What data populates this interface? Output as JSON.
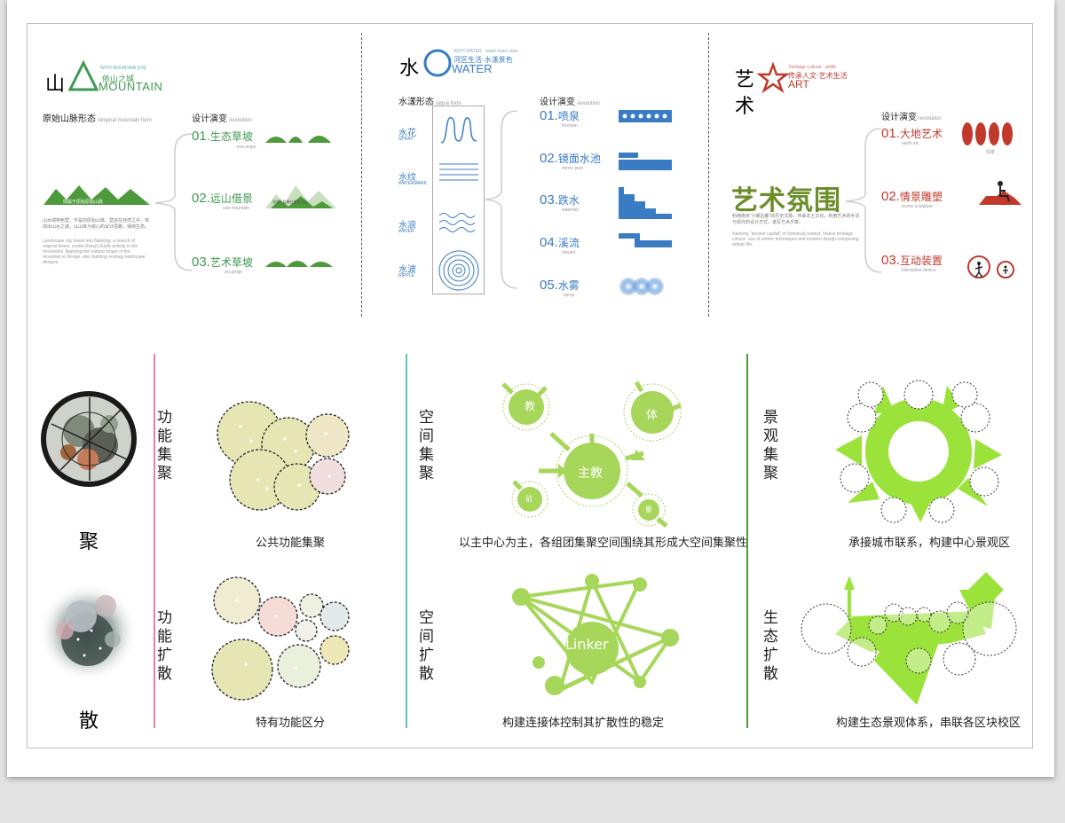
{
  "colors": {
    "mountain": "#3e9a52",
    "water": "#3a7cc4",
    "art": "#c0392b",
    "green": "#a6d65a",
    "lime": "#9be23a",
    "pink": "#e87bb0",
    "teal": "#5cc4bd",
    "darkgreen": "#4d9a3c"
  },
  "mountain": {
    "char": "山",
    "small_en": "WITH MOUNTAIN [VS]",
    "subtitle": "依山之城",
    "title_en": "MOUNTAIN",
    "form_title": "原始山脉形态",
    "form_title_en": "/original mountain form",
    "evo_title": "设计演变",
    "evo_title_en": "/evolution",
    "base_caption": "情属于原始原始山脉",
    "desc_cn": "山水城特色营，不是的原始山体。营造在自然之中，体现出山水之城，以山体为核心的设计思路，保持生态。",
    "desc_en": "Landscape city forest into Nanking: a search of original forest, create Rang's Earth activity in the mountains. Applying the natural shape of the mountain to design, also building ecology landscape designs.",
    "items": [
      {
        "num": "01.",
        "cn": "生态草坡",
        "en": "eco-slope"
      },
      {
        "num": "02.",
        "cn": "远山借景",
        "en": "use mountain"
      },
      {
        "num": "03.",
        "cn": "艺术草坡",
        "en": "art gorge"
      }
    ],
    "item2_note": "原始 · 层叠在原形远山"
  },
  "water": {
    "char": "水",
    "small_en": "WITH WATER · water-trace view",
    "subtitle": "河区生活·水漾景色",
    "title_en": "WATER",
    "form_title": "水漾形态",
    "form_title_en": "/aqua form",
    "evo_title": "设计演变",
    "evo_title_en": "/evolution",
    "forms": [
      {
        "cn": "水花",
        "en": "SPRAY"
      },
      {
        "cn": "水纹",
        "en": "WATERMARK"
      },
      {
        "cn": "水浪",
        "en": "WATER"
      },
      {
        "cn": "水波",
        "en": "RIPPLE"
      }
    ],
    "items": [
      {
        "num": "01.",
        "cn": "喷泉",
        "en": "fountain"
      },
      {
        "num": "02.",
        "cn": "镜面水池",
        "en": "mirror pool"
      },
      {
        "num": "03.",
        "cn": "跌水",
        "en": "waterfall"
      },
      {
        "num": "04.",
        "cn": "溪流",
        "en": "stream"
      },
      {
        "num": "05.",
        "cn": "水雾",
        "en": "spray"
      }
    ]
  },
  "art": {
    "char1": "艺",
    "char2": "术",
    "small_en": "Heritage cultural · artlife",
    "subtitle": "传承人文·艺术生活",
    "title_en": "ART",
    "evo_title": "设计演变",
    "evo_title_en": "/evolution",
    "atmosphere": "艺术氛围",
    "desc_cn": "利用南京“六朝古都”的历史文脉，传承本土文化，利用艺术的手法与现代的设计方式，谱写艺术乐章。",
    "desc_en": "Nanking \"ancient capital\" of historical context. Native heritage culture, use of artistic techniques and modern design composing artistic life.",
    "items": [
      {
        "num": "01.",
        "cn": "大地艺术",
        "en": "earth art"
      },
      {
        "num": "02.",
        "cn": "情景雕塑",
        "en": "scene sculpture"
      },
      {
        "num": "03.",
        "cn": "互动装置",
        "en": "interactive device"
      }
    ],
    "item1_note": "情景"
  },
  "bottom": {
    "ju": "聚",
    "san": "散",
    "func_gather": "功能集聚",
    "func_spread": "功能扩散",
    "space_gather": "空间集聚",
    "space_spread": "空间扩散",
    "land_gather": "景观集聚",
    "eco_spread": "生态扩散",
    "cap_public": "公共功能集聚",
    "cap_special": "特有功能区分",
    "cap_center": "以主中心为主，各组团集聚空间围绕其形成大空间集聚性",
    "cap_linker": "构建连接体控制其扩散性的稳定",
    "cap_city": "承接城市联系，构建中心景观区",
    "cap_eco": "构建生态景观体系，串联各区块校区",
    "bubble_main": "主教",
    "bubble_teach": "教",
    "bubble_sport": "体",
    "bubble_a": "前",
    "bubble_b": "量",
    "linker": "Linker"
  }
}
